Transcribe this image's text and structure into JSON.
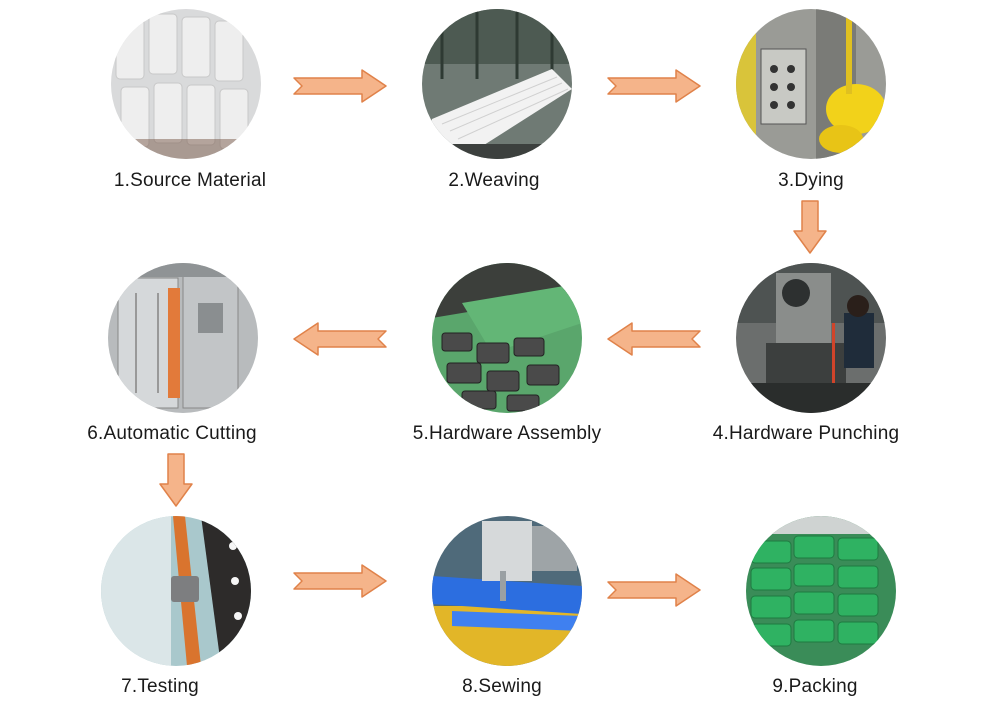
{
  "background_color": "#ffffff",
  "arrow_fill": "#f5b48a",
  "arrow_stroke": "#e0824a",
  "steps": [
    {
      "label": "1.Source Material"
    },
    {
      "label": "2.Weaving"
    },
    {
      "label": "3.Dying"
    },
    {
      "label": "4.Hardware Punching"
    },
    {
      "label": "5.Hardware Assembly"
    },
    {
      "label": "6.Automatic Cutting"
    },
    {
      "label": "7.Testing"
    },
    {
      "label": "8.Sewing"
    },
    {
      "label": "9.Packing"
    }
  ]
}
